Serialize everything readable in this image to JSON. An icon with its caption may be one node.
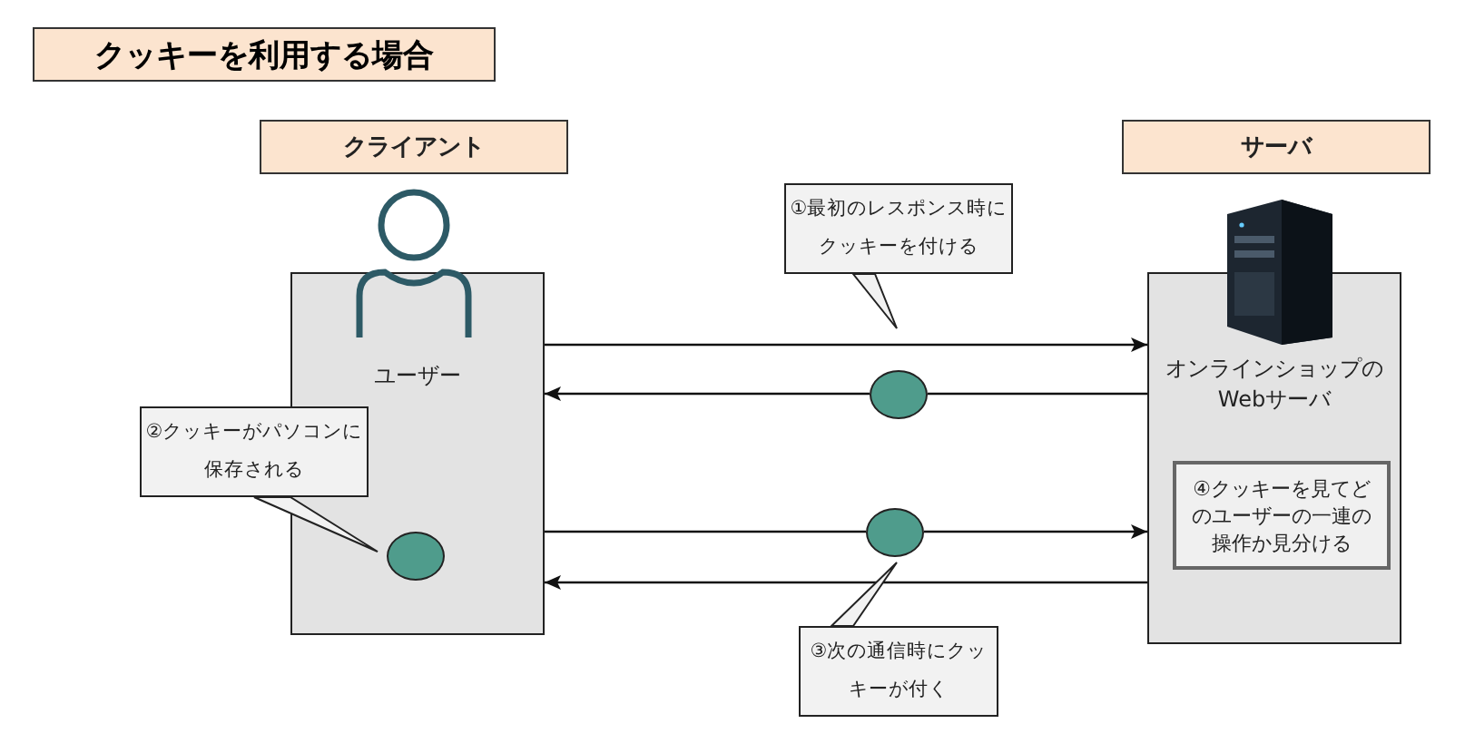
{
  "diagram": {
    "title": "クッキーを利用する場合",
    "nodes": [
      {
        "text": [
          "クライアント"
        ]
      },
      {
        "text": [
          "サーバ"
        ]
      },
      {
        "text": [
          "①最初のレスポンス時にクッキーを付ける"
        ]
      },
      {
        "text": [
          "ユーザー"
        ]
      },
      {
        "text": [
          "オンラインショップのWebサーバ"
        ]
      },
      {
        "text": [],
        "shape": "circle"
      },
      {
        "text": [
          "②クッキーがパソコンに保存される"
        ]
      },
      {
        "text": [],
        "shape": "circle",
        "in": 3
      },
      {
        "text": [],
        "shape": "circle"
      },
      {
        "text": [
          "④クッキーを見てどのユーザーの一連の操作か見分ける"
        ],
        "in": 4
      },
      {
        "text": [
          "③次の通信時にクッキーが付く"
        ]
      }
    ],
    "edges": [
      {
        "from": 3,
        "to": 4,
        "arrow": "to"
      },
      {
        "from": 4,
        "to": 5,
        "arrow": "none"
      },
      {
        "from": 5,
        "to": 3,
        "arrow": "to"
      },
      {
        "from": 3,
        "to": 8,
        "arrow": "none"
      },
      {
        "from": 8,
        "to": 4,
        "arrow": "to"
      },
      {
        "from": 4,
        "to": 3,
        "arrow": "to"
      }
    ]
  }
}
